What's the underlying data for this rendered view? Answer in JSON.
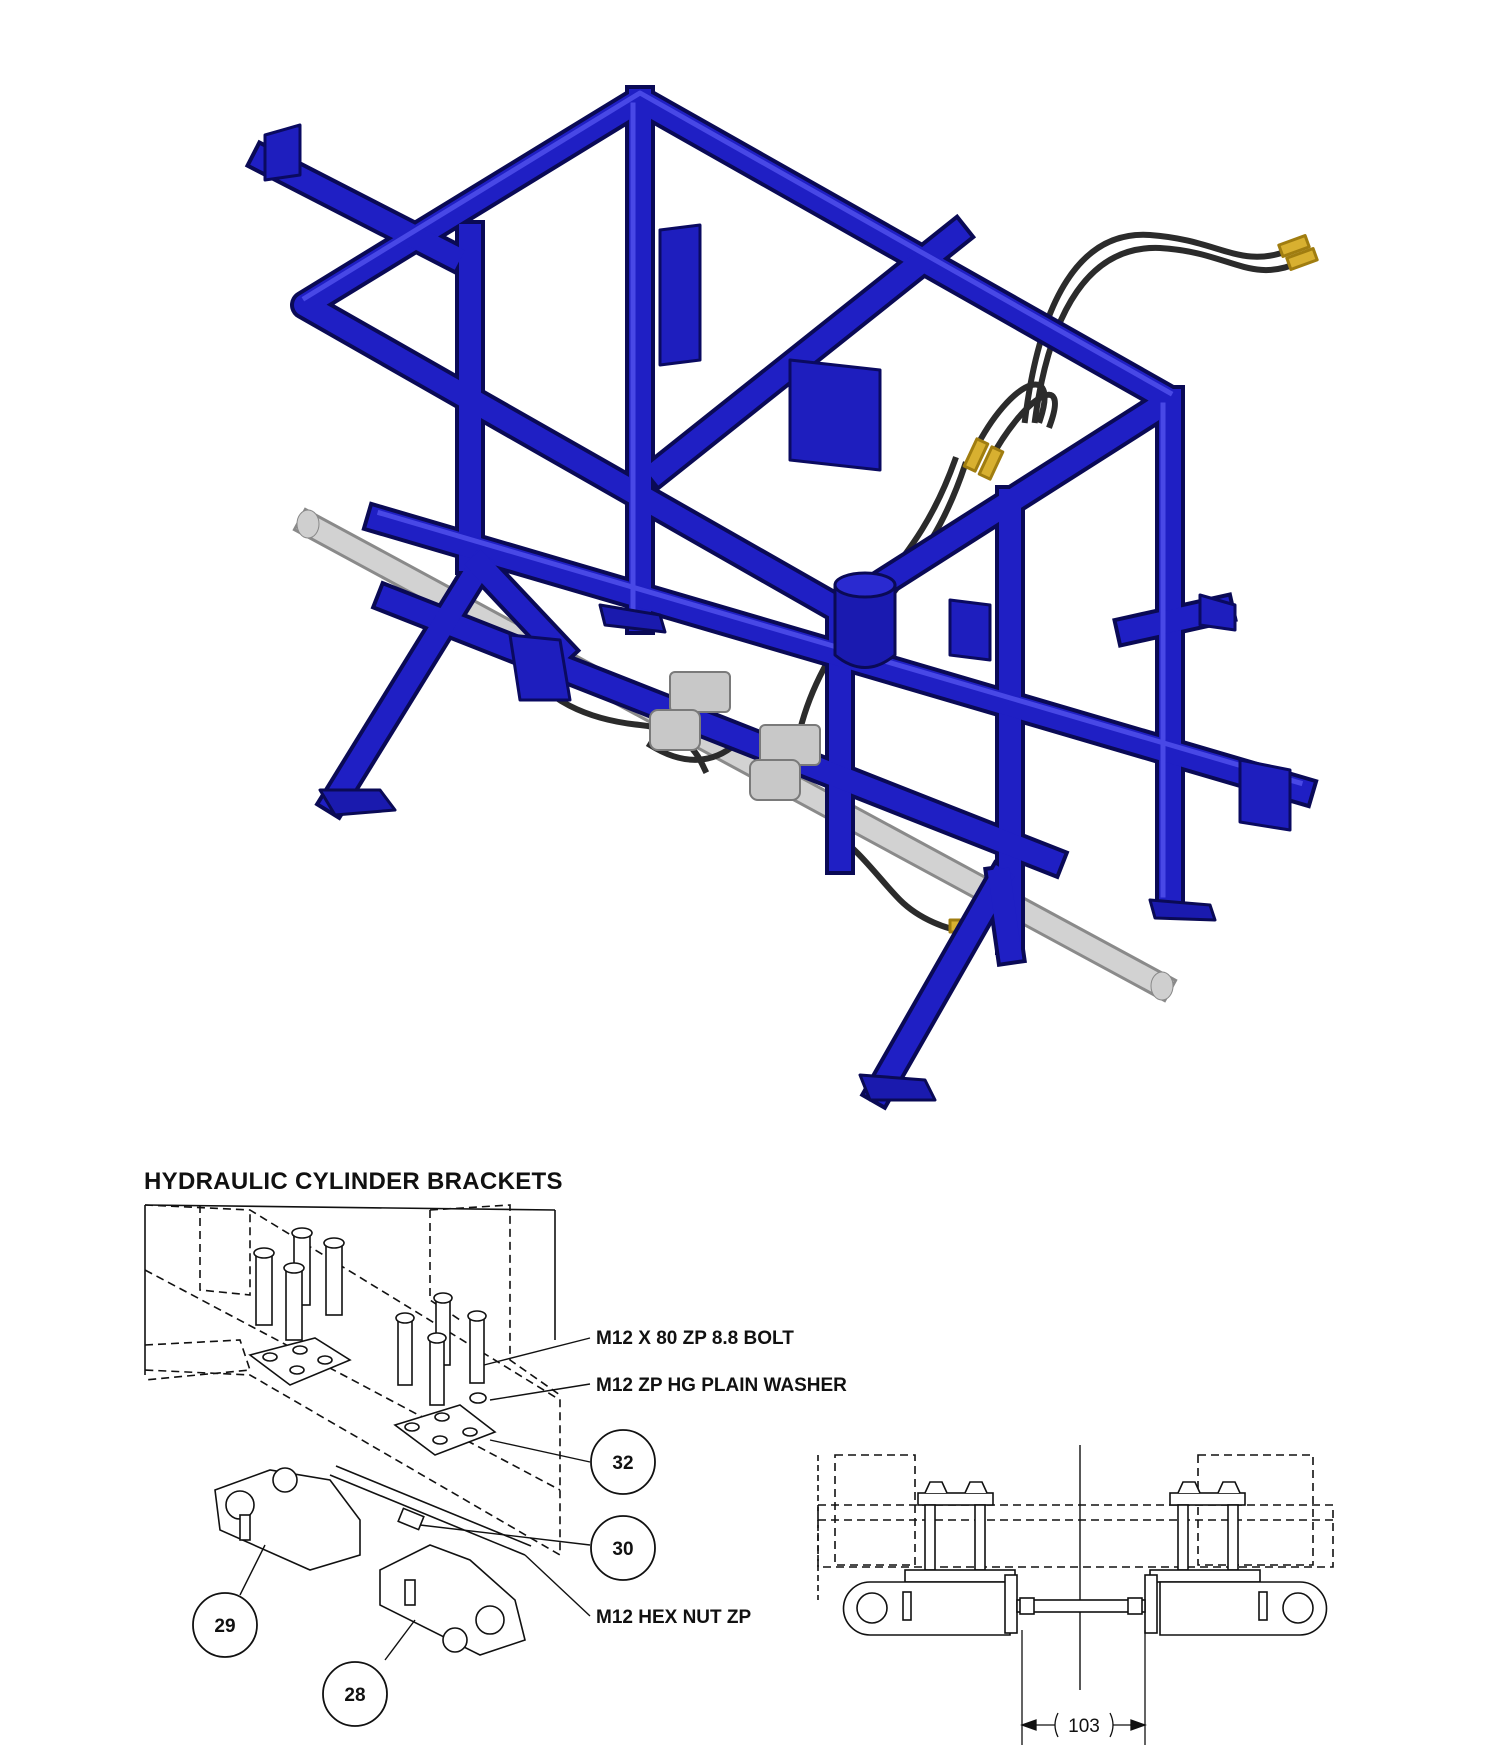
{
  "section_title": "HYDRAULIC CYLINDER BRACKETS",
  "callouts": {
    "bolt": "M12 X 80 ZP 8.8 BOLT",
    "washer": "M12 ZP HG PLAIN WASHER",
    "nut": "M12 HEX NUT ZP"
  },
  "balloons": {
    "b32": "32",
    "b30": "30",
    "b29": "29",
    "b28": "28"
  },
  "dimension": "103",
  "colors": {
    "frame": "#1b1bb8",
    "frame_dark": "#10107a",
    "hose": "#2a2a2a",
    "fitting": "#c8a020",
    "grey_part": "#c8c8c8"
  }
}
